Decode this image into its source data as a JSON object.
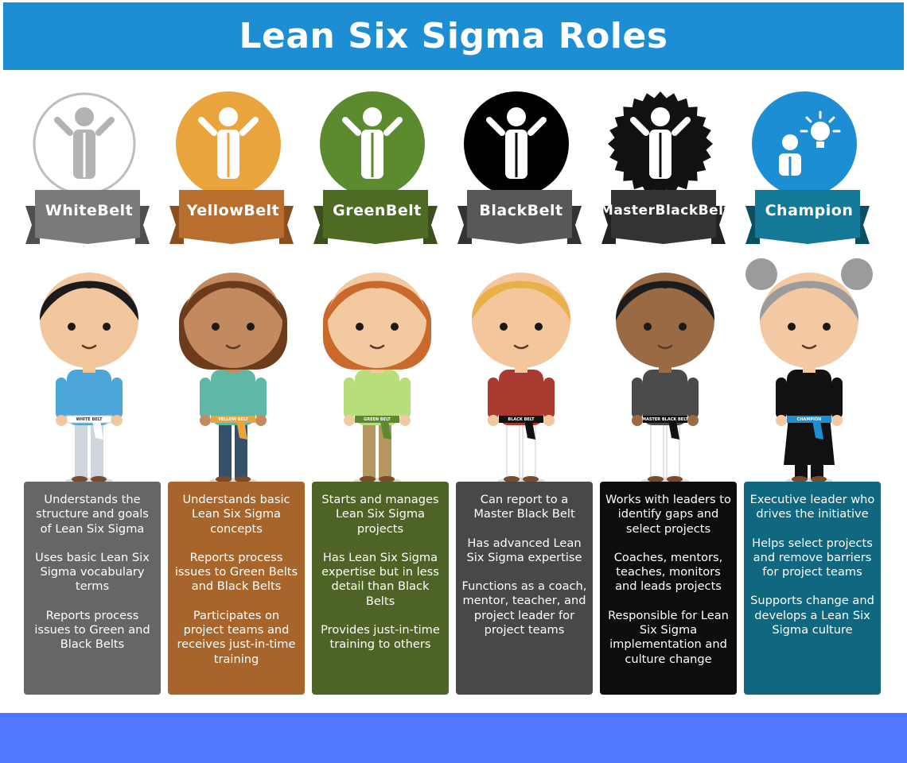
{
  "title": "Lean Six Sigma Roles",
  "roles": [
    {
      "belt": "White Belt",
      "belt_lines": [
        "White",
        "Belt"
      ],
      "waist_label": "WHITE BELT",
      "color": "#666666",
      "accent": "#a0a0a0",
      "icon": "person-raised-arms-icon",
      "points": [
        "Understands the structure and goals of Lean Six Sigma",
        "Uses basic Lean Six Sigma vocabulary terms",
        "Reports process issues to Green and Black Belts"
      ]
    },
    {
      "belt": "Yellow Belt",
      "belt_lines": [
        "Yellow",
        "Belt"
      ],
      "waist_label": "YELLOW BELT",
      "color": "#a8652b",
      "accent": "#eaa43e",
      "icon": "person-raised-arms-icon",
      "points": [
        "Understands basic Lean Six Sigma concepts",
        "Reports process issues to Green Belts and Black Belts",
        "Participates on project teams and receives just-in-time training"
      ]
    },
    {
      "belt": "Green Belt",
      "belt_lines": [
        "Green",
        "Belt"
      ],
      "waist_label": "GREEN BELT",
      "color": "#4e6426",
      "accent": "#5b8a2f",
      "icon": "person-raised-arms-icon",
      "points": [
        "Starts and manages Lean Six Sigma projects",
        "Has Lean Six Sigma expertise but in less detail than Black Belts",
        "Provides just-in-time training to others"
      ]
    },
    {
      "belt": "Black Belt",
      "belt_lines": [
        "Black",
        "Belt"
      ],
      "waist_label": "BLACK BELT",
      "color": "#484848",
      "accent": "#000000",
      "icon": "person-raised-arms-icon",
      "points": [
        "Can report to a Master Black Belt",
        "Has advanced Lean Six Sigma expertise",
        "Functions as a coach, mentor, teacher, and project leader for project teams"
      ]
    },
    {
      "belt": "Master Black Belt",
      "belt_lines": [
        "Master",
        "Black",
        "Belt"
      ],
      "waist_label": "MASTER BLACK BELT",
      "color": "#0d0d0d",
      "accent": "#111111",
      "icon": "person-raised-arms-seal-icon",
      "points": [
        "Works with leaders to identify gaps and select projects",
        "Coaches, mentors, teaches, monitors and leads projects",
        "Responsible for Lean Six Sigma implementation and culture change"
      ]
    },
    {
      "belt": "Champion",
      "belt_lines": [
        "Champion"
      ],
      "waist_label": "CHAMPION",
      "color": "#0f6880",
      "accent": "#1d8ed3",
      "icon": "person-lightbulb-icon",
      "points": [
        "Executive leader who drives the initiative",
        "Helps select projects and remove barriers for project teams",
        "Supports change and develops a Lean Six Sigma culture"
      ]
    }
  ]
}
